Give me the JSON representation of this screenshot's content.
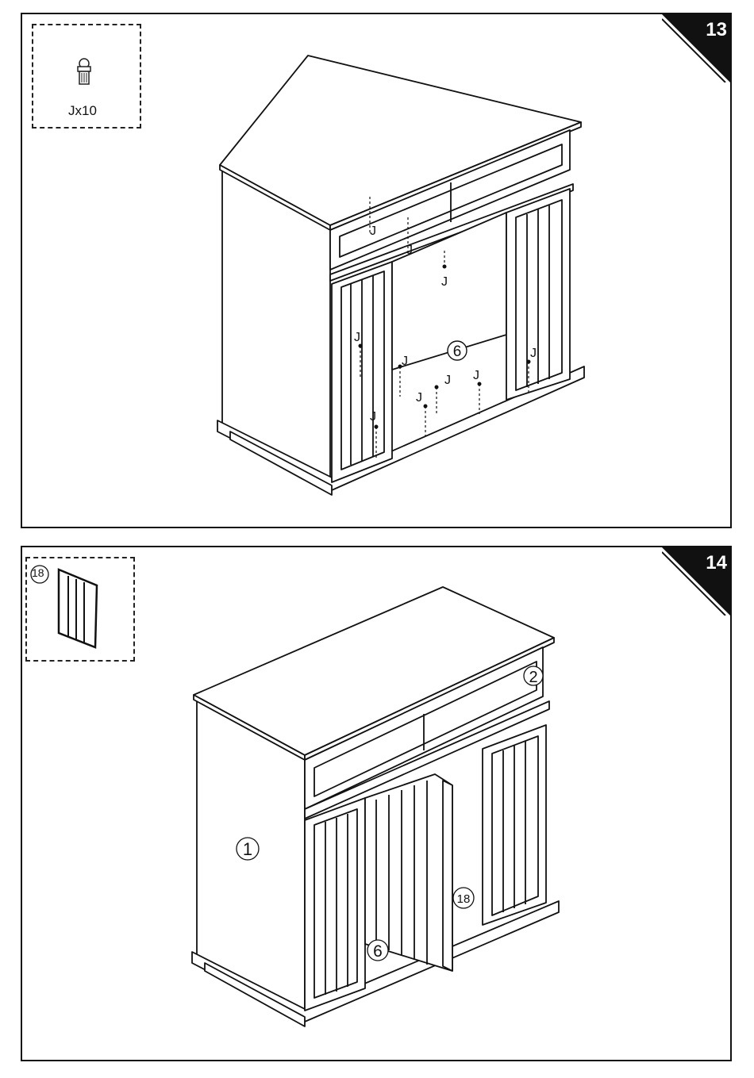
{
  "step13": {
    "number": "13",
    "hardware_label": "Jx10",
    "part_labels": [
      "J",
      "J",
      "J",
      "J",
      "J",
      "J",
      "J",
      "J",
      "J",
      "J"
    ],
    "panel_ref": "6"
  },
  "step14": {
    "number": "14",
    "door_ref_box": "18",
    "side_ref": "1",
    "shelf_ref": "2",
    "bottom_ref": "6",
    "door_ref": "18"
  }
}
